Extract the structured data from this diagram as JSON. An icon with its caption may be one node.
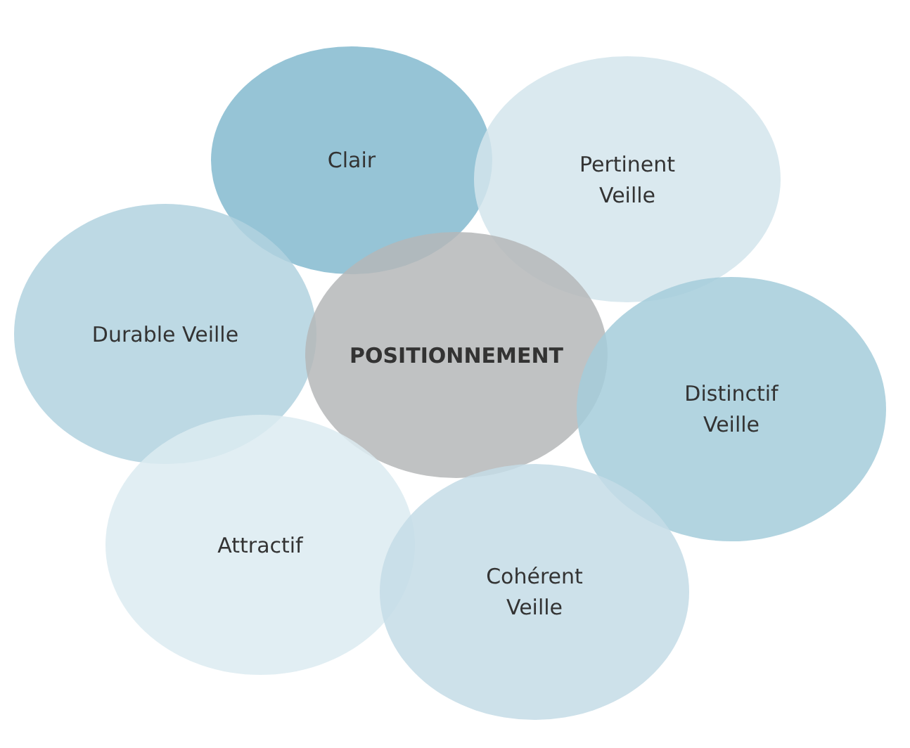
{
  "diagram": {
    "nodes": [
      {
        "text": [
          "Clair"
        ]
      },
      {
        "text": [
          "Pertinent Veille"
        ]
      },
      {
        "text": [
          "Durable Veille"
        ]
      },
      {
        "text": [
          "POSITIONNEMENT"
        ]
      },
      {
        "text": [
          "Distinctif Veille"
        ]
      },
      {
        "text": [
          "Attractif"
        ]
      },
      {
        "text": [
          "Cohérent Veille"
        ]
      }
    ]
  }
}
